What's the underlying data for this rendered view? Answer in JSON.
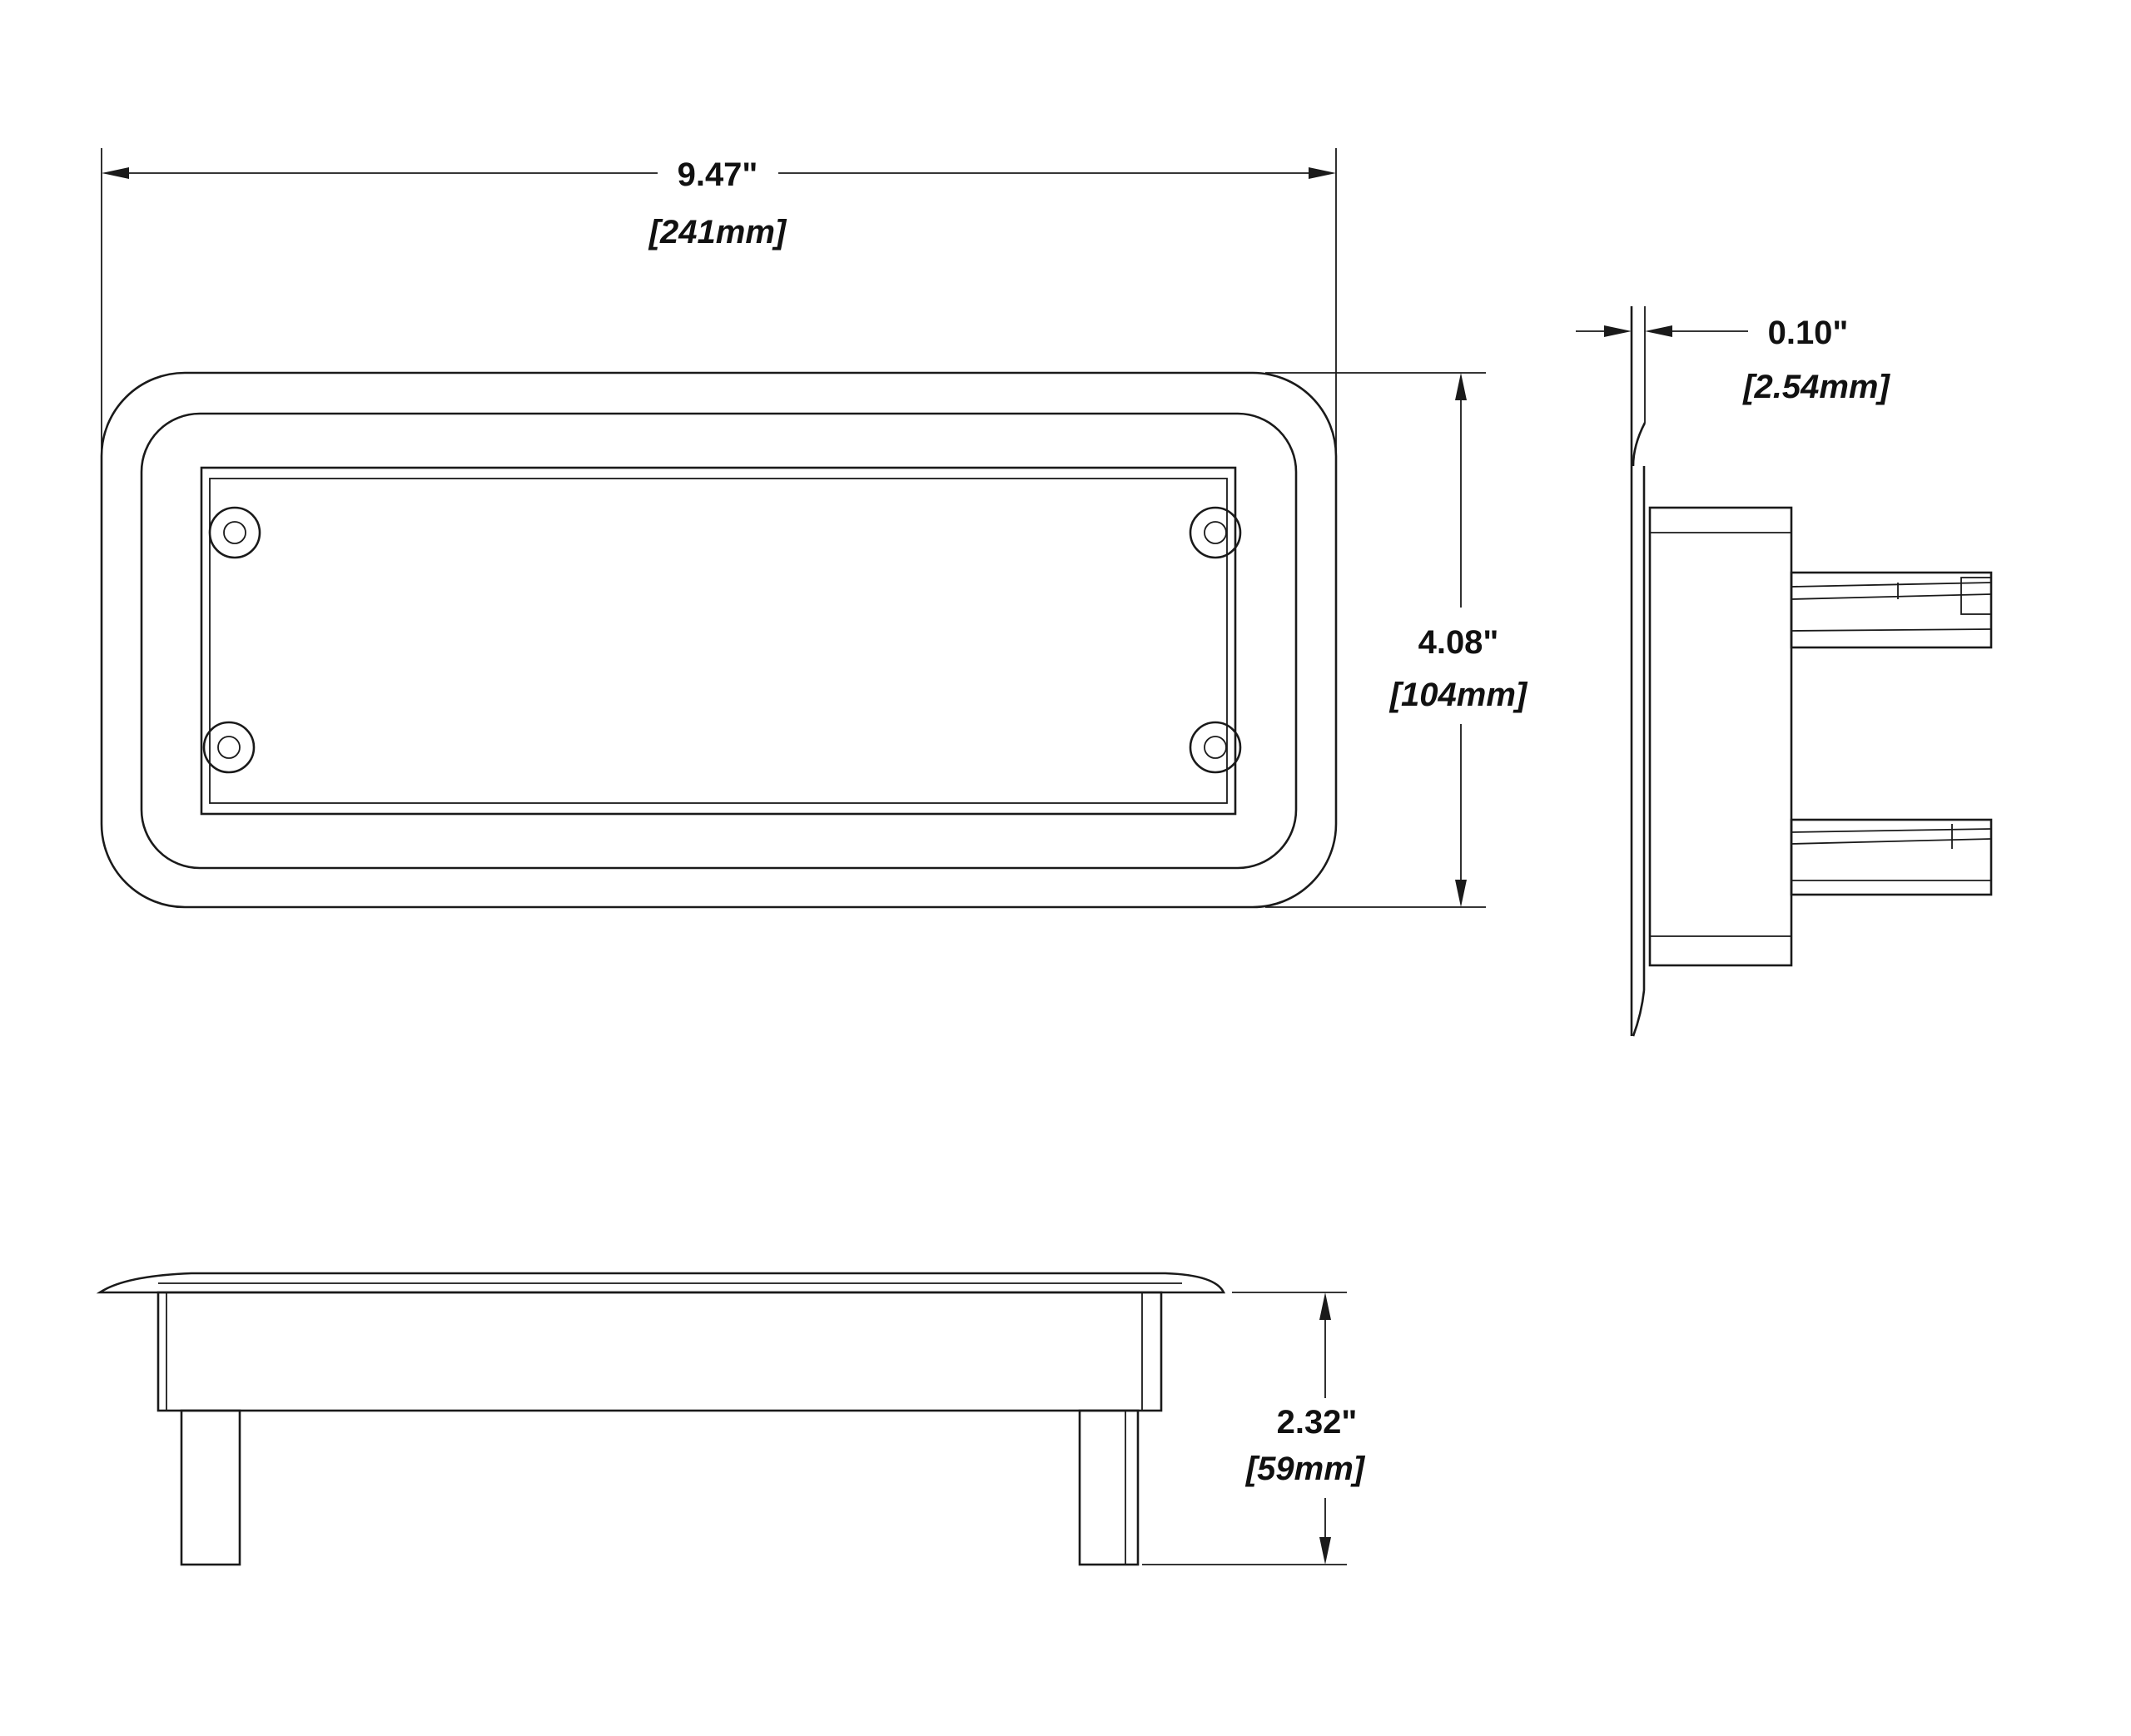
{
  "dimensions": {
    "width": {
      "inches": "9.47\"",
      "mm": "[241mm]"
    },
    "height": {
      "inches": "4.08\"",
      "mm": "[104mm]"
    },
    "flange_thickness": {
      "inches": "0.10\"",
      "mm": "[2.54mm]"
    },
    "depth": {
      "inches": "2.32\"",
      "mm": "[59mm]"
    }
  }
}
